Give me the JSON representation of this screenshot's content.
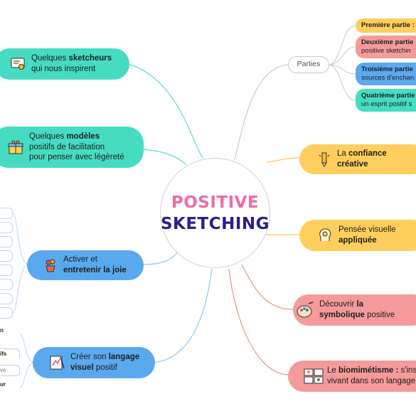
{
  "center": {
    "line1": "POSITIVE",
    "line2": "SKETCHING"
  },
  "branches": {
    "sketcheurs": {
      "pre": "Quelques ",
      "bold": "sketcheurs",
      "post": "qui nous inspirent",
      "icon": "certificate-icon"
    },
    "modeles": {
      "pre": "Quelques ",
      "bold": "modèles",
      "post1": "positifs de facilitation",
      "post2": "pour penser avec légèreté",
      "icon": "gift-box-icon"
    },
    "joie": {
      "pre": "Activer et",
      "bold": "entretenir la joie",
      "icon": "plant-pot-icon"
    },
    "langage": {
      "pre": "Créer son ",
      "bold": "langage",
      "bold2": "visuel",
      "post": " positif",
      "icon": "drawing-tablet-icon"
    },
    "parties": {
      "label": "Parties"
    },
    "confiance": {
      "pre": "La ",
      "bold": "confiance",
      "bold2": "créative",
      "icon": "pencil-icon"
    },
    "pensee": {
      "pre": "Pensée visuelle",
      "bold": "appliquée",
      "icon": "head-bulb-icon"
    },
    "symbolique": {
      "pre": "Découvrir ",
      "bold": "la",
      "bold2": "symbolique",
      "post": " positive",
      "icon": "paint-palette-icon"
    },
    "biomimetisme": {
      "pre": "Le ",
      "bold": "biomimétisme :",
      "post": " s'insp",
      "line2": "vivant dans son langage v",
      "icon": "nature-cards-icon"
    }
  },
  "parties": [
    {
      "bold": "Première partie :",
      "line2": ""
    },
    {
      "bold": "Deuxième partie",
      "line2": "positive sketchin"
    },
    {
      "bold": "Troisième partie",
      "line2": "sources d'enchan"
    },
    {
      "bold": "Quatrième partie",
      "line2": "un esprit positif s"
    }
  ],
  "langage_leaves": [
    "n",
    "ifs",
    "ve",
    "ur"
  ],
  "colors": {
    "teal": "#45dcc1",
    "yellow": "#ffce5c",
    "blue": "#5aa9ef",
    "pink": "#f59a9a",
    "center_pink": "#ee6ea0",
    "center_navy": "#2c1e8c"
  }
}
